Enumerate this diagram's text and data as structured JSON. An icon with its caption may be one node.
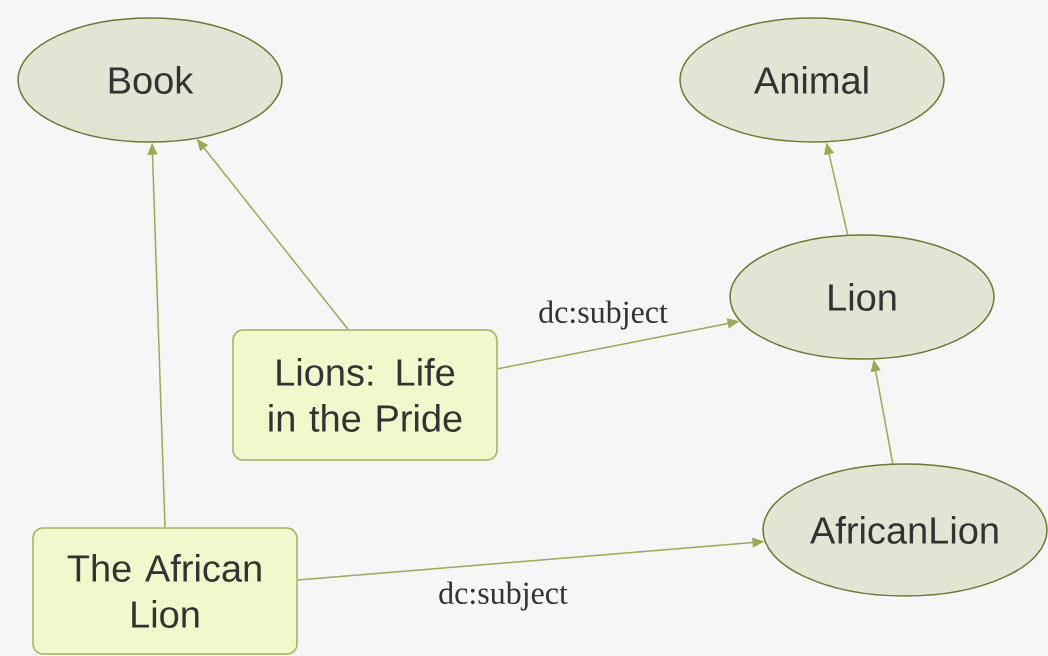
{
  "diagram": {
    "nodes": [
      {
        "text": [
          "Book"
        ]
      },
      {
        "text": [
          "Animal"
        ]
      },
      {
        "text": [
          "Lion"
        ]
      },
      {
        "text": [
          "Lions: Life in the Pride"
        ]
      },
      {
        "text": [
          "AfricanLion"
        ]
      },
      {
        "text": [
          "The African Lion"
        ]
      }
    ],
    "edges": [
      {
        "from": 3,
        "to": 0,
        "arrow": "to"
      },
      {
        "from": 5,
        "to": 0,
        "arrow": "to"
      },
      {
        "from": 3,
        "to": 2,
        "arrow": "to",
        "label": "dc:subject"
      },
      {
        "from": 5,
        "to": 4,
        "arrow": "to",
        "label": "dc:subject"
      },
      {
        "from": 2,
        "to": 1,
        "arrow": "to"
      },
      {
        "from": 4,
        "to": 2,
        "arrow": "to"
      }
    ]
  }
}
